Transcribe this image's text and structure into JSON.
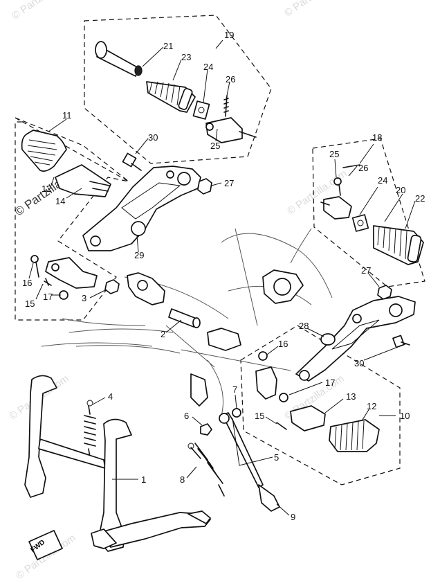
{
  "watermarks": {
    "main": "© Partzilla.com",
    "faint": "© Partzilla.com"
  },
  "fwd_label": "FWD",
  "callouts": {
    "c1": "1",
    "c2": "2",
    "c3": "3",
    "c4": "4",
    "c5": "5",
    "c6": "6",
    "c7": "7",
    "c8": "8",
    "c9": "9",
    "c10": "10",
    "c11": "11",
    "c12a": "12",
    "c12b": "12",
    "c13": "13",
    "c14": "14",
    "c15a": "15",
    "c15b": "15",
    "c16a": "16",
    "c16b": "16",
    "c17a": "17",
    "c17b": "17",
    "c18": "18",
    "c19": "19",
    "c20": "20",
    "c21": "21",
    "c22": "22",
    "c23": "23",
    "c24a": "24",
    "c24b": "24",
    "c25a": "25",
    "c25b": "25",
    "c26a": "26",
    "c26b": "26",
    "c27a": "27",
    "c27b": "27",
    "c28": "28",
    "c29": "29",
    "c30a": "30",
    "c30b": "30"
  }
}
